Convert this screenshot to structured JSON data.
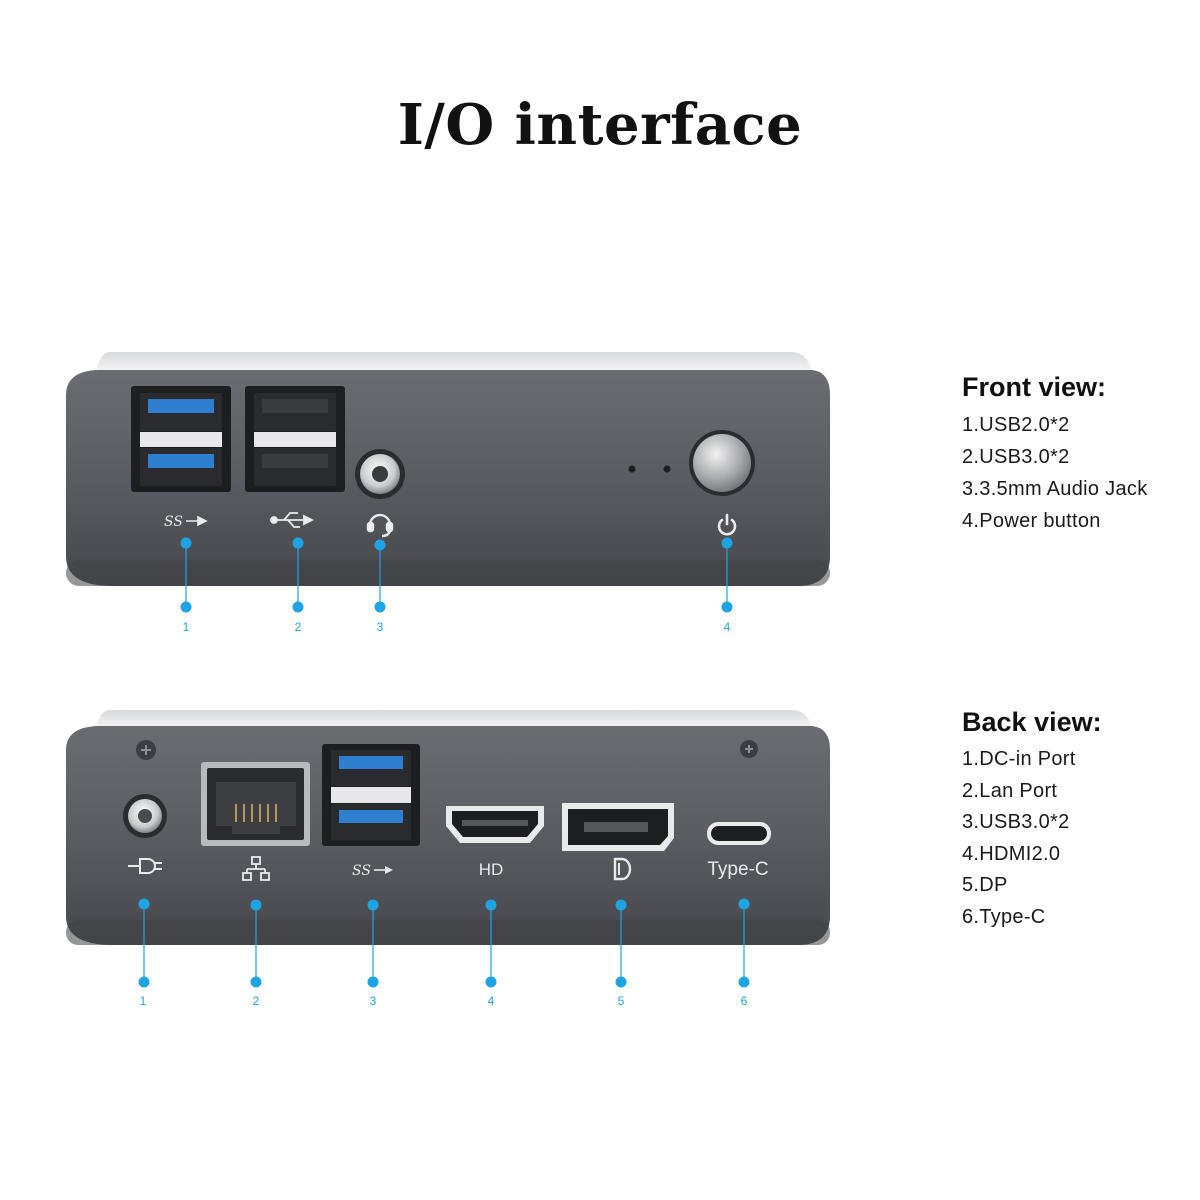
{
  "title": "I/O interface",
  "colors": {
    "accent": "#1ea4e3",
    "case": "#5a5c62",
    "case_dark": "#3d3f44",
    "usb3_blue": "#2f7fd0"
  },
  "front_view": {
    "heading": "Front view:",
    "items": [
      "1.USB2.0*2",
      "2.USB3.0*2",
      "3.3.5mm Audio Jack",
      "4.Power button"
    ],
    "callouts": [
      "1",
      "2",
      "3",
      "4"
    ],
    "icons": [
      "usb-superspeed-icon",
      "usb-icon",
      "headset-icon",
      "power-icon"
    ]
  },
  "back_view": {
    "heading": "Back view:",
    "items": [
      "1.DC-in Port",
      "2.Lan Port",
      "3.USB3.0*2",
      "4.HDMI2.0",
      "5.DP",
      "6.Type-C"
    ],
    "callouts": [
      "1",
      "2",
      "3",
      "4",
      "5",
      "6"
    ],
    "port_labels": {
      "hdmi": "HD",
      "typec": "Type-C"
    },
    "icons": [
      "dc-power-icon",
      "network-icon",
      "usb-superspeed-icon",
      "displayport-icon"
    ]
  }
}
